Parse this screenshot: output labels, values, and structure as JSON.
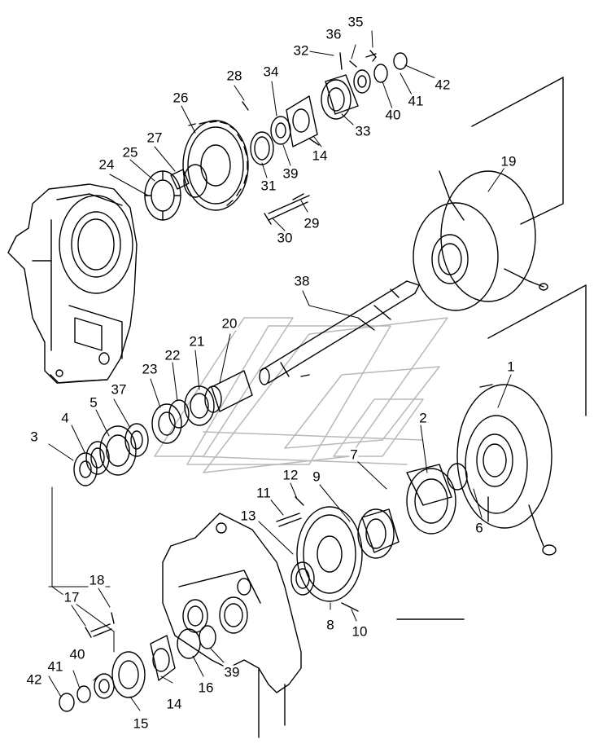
{
  "diagram": {
    "colors": {
      "line": "#000000",
      "paper": "#ffffff",
      "watermark": "#b8b8b8"
    },
    "callouts": {
      "c1": "1",
      "c2": "2",
      "c3": "3",
      "c4": "4",
      "c5": "5",
      "c6": "6",
      "c7": "7",
      "c8": "8",
      "c9": "9",
      "c10": "10",
      "c11": "11",
      "c12": "12",
      "c13": "13",
      "c14a": "14",
      "c14b": "14",
      "c15": "15",
      "c16": "16",
      "c17": "17",
      "c18": "18",
      "c19": "19",
      "c20": "20",
      "c21": "21",
      "c22": "22",
      "c23": "23",
      "c24": "24",
      "c25": "25",
      "c26": "26",
      "c27": "27",
      "c28": "28",
      "c29": "29",
      "c30": "30",
      "c31": "31",
      "c32": "32",
      "c33": "33",
      "c34": "34",
      "c35": "35",
      "c36": "36",
      "c37": "37",
      "c38": "38",
      "c39a": "39",
      "c39b": "39",
      "c40a": "40",
      "c40b": "40",
      "c41a": "41",
      "c41b": "41",
      "c42a": "42",
      "c42b": "42"
    }
  }
}
